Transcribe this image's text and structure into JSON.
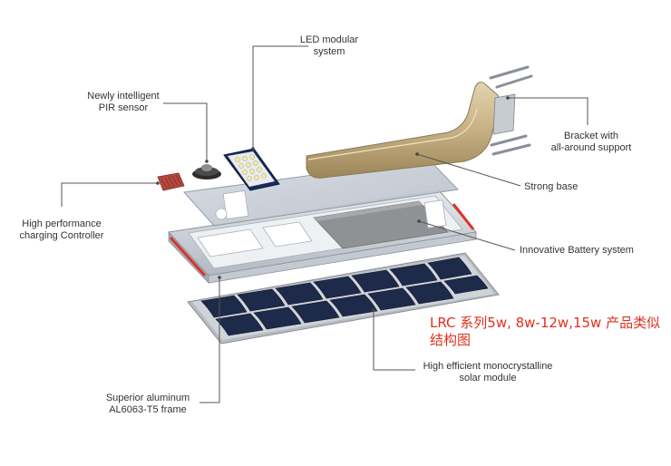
{
  "labels": {
    "led": [
      "LED modular",
      "system"
    ],
    "pir": [
      "Newly intelligent",
      "PIR sensor"
    ],
    "controller": [
      "High performance",
      "charging Controller"
    ],
    "bracket": [
      "Bracket with",
      "all-around support"
    ],
    "base": [
      "Strong base"
    ],
    "battery": [
      "Innovative Battery system"
    ],
    "solar": [
      "High efficient monocrystalline",
      "solar module"
    ],
    "frame": [
      "Superior aluminum",
      "AL6063-T5 frame"
    ]
  },
  "note": [
    "LRC 系列5w, 8w-12w,15w 产品类似",
    "结构图"
  ],
  "colors": {
    "leader": "#555555",
    "note": "#e0301e",
    "bracket": "#c9b48a",
    "frame": "#c8cdd4",
    "frame_stripe": "#d9332a",
    "solar_cell": "#1e2a4a",
    "battery": "#8f9295",
    "controller": "#b5483f"
  }
}
